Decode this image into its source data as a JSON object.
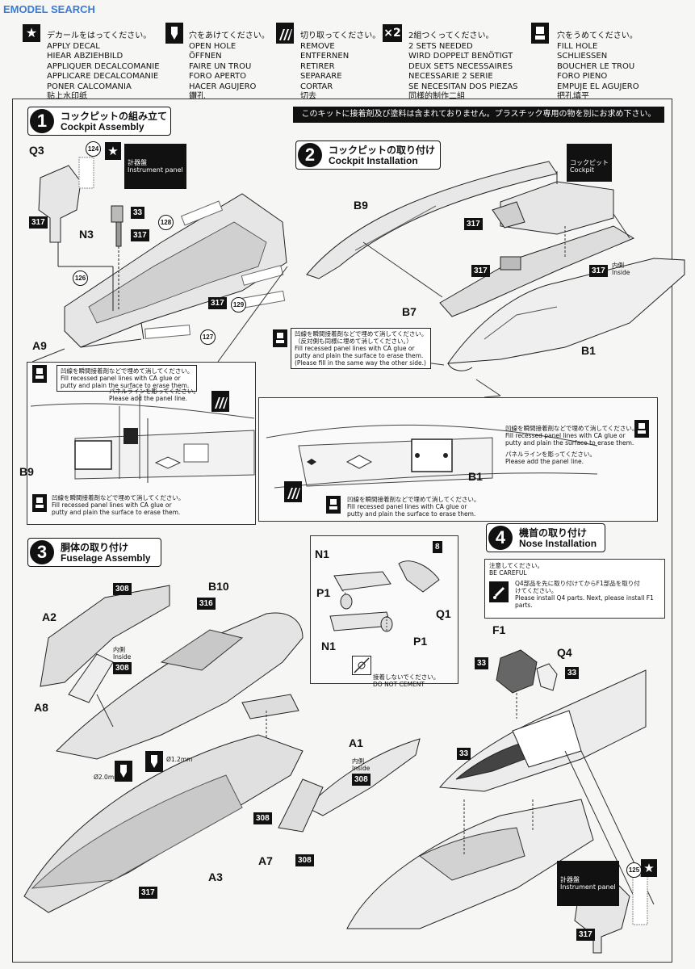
{
  "watermark": "EMODEL SEARCH",
  "legend": [
    {
      "icon": "star-icon",
      "lines": [
        "デカールをはってください。",
        "APPLY DECAL",
        "HIEAR ABZIEHBILD",
        "APPLIQUER DECALCOMANIE",
        "APPLICARE DECALCOMANIE",
        "PONER CALCOMANIA",
        "贴上水印纸"
      ]
    },
    {
      "icon": "drill-icon",
      "lines": [
        "穴をあけてください。",
        "OPEN HOLE",
        "ÖFFNEN",
        "FAIRE UN TROU",
        "FORO APERTO",
        "HACER AGUJERO",
        "鑽孔"
      ]
    },
    {
      "icon": "cut-icon",
      "lines": [
        "切り取ってください。",
        "REMOVE",
        "ENTFERNEN",
        "RETIRER",
        "SEPARARE",
        "CORTAR",
        "切去"
      ]
    },
    {
      "icon": "x2-icon",
      "badge": "×2",
      "lines": [
        "2組つくってください。",
        "2 SETS NEEDED",
        "WIRD DOPPELT BENÖTIGT",
        "DEUX SETS NECESSAIRES",
        "NECESSARIE 2 SERIE",
        "SE NECESITAN DOS PIEZAS",
        "同樣的制作二組"
      ]
    },
    {
      "icon": "fill-icon",
      "lines": [
        "穴をうめてください。",
        "FILL HOLE",
        "SCHLIESSEN",
        "BOUCHER LE TROU",
        "FORO PIENO",
        "EMPUJE EL AGUJERO",
        "把孔填平"
      ]
    }
  ],
  "banner": "このキットに接着剤及び塗料は含まれておりません。プラスチック専用の物を別にお求め下さい。",
  "steps": {
    "s1": {
      "num": "1",
      "jp": "コックピットの組み立て",
      "en": "Cockpit Assembly"
    },
    "s2": {
      "num": "2",
      "jp": "コックピットの取り付け",
      "en": "Cockpit Installation"
    },
    "s3": {
      "num": "3",
      "jp": "胴体の取り付け",
      "en": "Fuselage Assembly"
    },
    "s4": {
      "num": "4",
      "jp": "機首の取り付け",
      "en": "Nose Installation"
    }
  },
  "instrument_panel": {
    "jp": "計器盤",
    "en": "Instrument panel"
  },
  "cockpit_tag": {
    "jp": "コックピット",
    "en": "Cockpit"
  },
  "inside": {
    "jp": "内側",
    "en": "Inside"
  },
  "parts": {
    "Q3": "Q3",
    "N3": "N3",
    "A9": "A9",
    "B9": "B9",
    "B7": "B7",
    "B1": "B1",
    "A2": "A2",
    "A8": "A8",
    "B10": "B10",
    "A1": "A1",
    "A7": "A7",
    "A3": "A3",
    "N1": "N1",
    "P1": "P1",
    "Q1": "Q1",
    "F1": "F1",
    "Q4": "Q4"
  },
  "codes": {
    "c317": "317",
    "c33": "33",
    "c308": "308",
    "c316": "316",
    "c8": "8"
  },
  "decals": {
    "d124": "124",
    "d128": "128",
    "d126": "126",
    "d129": "129",
    "d127": "127",
    "d125": "125"
  },
  "notes": {
    "fill_other_side": "凹線を瞬間接着剤などで埋めて消してください。\n（反対側も同様に埋めて消してください。）\nFill recessed panel lines with CA glue or\nputty and plain the surface to erase them.\n(Please fill in the same way the other side.)",
    "fill_add": "凹線を瞬間接着剤などで埋めて消してください。\nFill recessed panel lines with CA glue or\nputty and plain the surface to erase them.",
    "add_panel": "パネルラインを彫ってください。\nPlease add the panel line.",
    "fill_b9_lower": "凹線を瞬間接着剤などで埋めて消してください。\nFill recessed panel lines with CA glue or\nputty and plain the surface to erase them.",
    "fill_b1_lower": "凹線を瞬間接着剤などで埋めて消してください。\nFill recessed panel lines with CA glue or\nputty and plain the surface to erase them.",
    "fill_b1_right": "凹線を瞬間接着剤などで埋めて消してください。\nFill recessed panel lines with CA glue or\nputty and plain the surface to erase them.",
    "add_panel_b1": "パネルラインを彫ってください。\nPlease add the panel line.",
    "no_cement_jp": "接着しないでください。",
    "no_cement_en": "DO NOT CEMENT",
    "careful": "注意してください。\nBE CAREFUL",
    "careful_body": "Q4部品を先に取り付けてからF1部品を取り付\nけてください。\nPlease install Q4 parts. Next, please install F1\nparts.",
    "d20": "Ø2.0mm",
    "d12": "Ø1.2mm"
  }
}
